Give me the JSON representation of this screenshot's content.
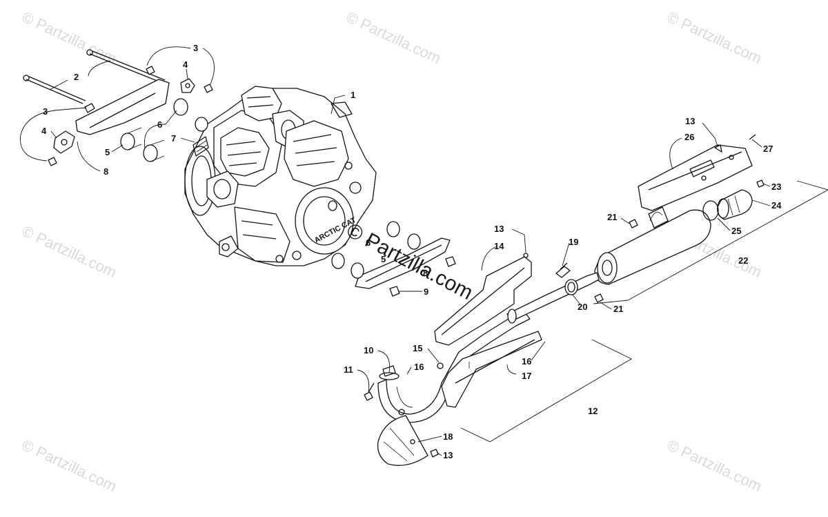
{
  "watermark": {
    "text": "© Partzilla.com"
  },
  "callouts": [
    {
      "id": "c1",
      "label": "1"
    },
    {
      "id": "c2",
      "label": "2"
    },
    {
      "id": "c3a",
      "label": "3"
    },
    {
      "id": "c3b",
      "label": "3"
    },
    {
      "id": "c4a",
      "label": "4"
    },
    {
      "id": "c4b",
      "label": "4"
    },
    {
      "id": "c5a",
      "label": "5"
    },
    {
      "id": "c5b",
      "label": "5"
    },
    {
      "id": "c6a",
      "label": "6"
    },
    {
      "id": "c6b",
      "label": "6"
    },
    {
      "id": "c7",
      "label": "7"
    },
    {
      "id": "c8a",
      "label": "8"
    },
    {
      "id": "c8b",
      "label": "8"
    },
    {
      "id": "c9",
      "label": "9"
    },
    {
      "id": "c10",
      "label": "10"
    },
    {
      "id": "c11",
      "label": "11"
    },
    {
      "id": "c12",
      "label": "12"
    },
    {
      "id": "c13a",
      "label": "13"
    },
    {
      "id": "c13b",
      "label": "13"
    },
    {
      "id": "c13c",
      "label": "13"
    },
    {
      "id": "c14",
      "label": "14"
    },
    {
      "id": "c15",
      "label": "15"
    },
    {
      "id": "c16a",
      "label": "16"
    },
    {
      "id": "c16b",
      "label": "16"
    },
    {
      "id": "c17",
      "label": "17"
    },
    {
      "id": "c18",
      "label": "18"
    },
    {
      "id": "c19",
      "label": "19"
    },
    {
      "id": "c20",
      "label": "20"
    },
    {
      "id": "c21a",
      "label": "21"
    },
    {
      "id": "c21b",
      "label": "21"
    },
    {
      "id": "c22",
      "label": "22"
    },
    {
      "id": "c23",
      "label": "23"
    },
    {
      "id": "c24",
      "label": "24"
    },
    {
      "id": "c25",
      "label": "25"
    },
    {
      "id": "c26",
      "label": "26"
    },
    {
      "id": "c27",
      "label": "27"
    }
  ],
  "engine_brand_text": "ARCTIC CAT"
}
